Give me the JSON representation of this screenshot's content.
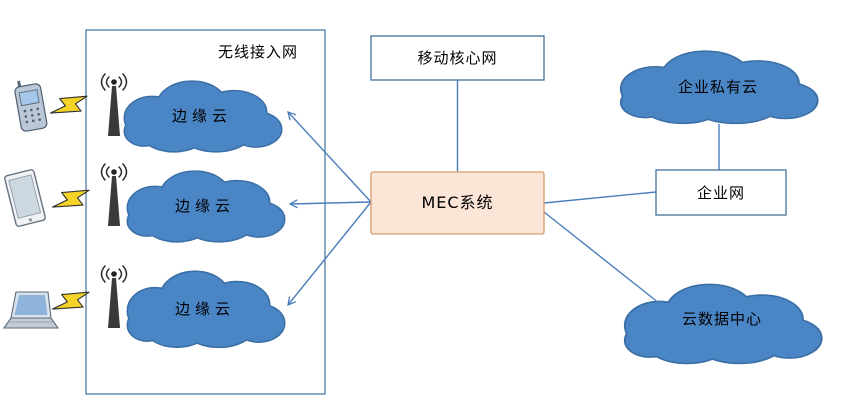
{
  "labels": {
    "wireless_access": "无线接入网",
    "mobile_core": "移动核心网",
    "mec": "MEC系统",
    "enterprise_private_cloud": "企业私有云",
    "enterprise_network": "企业网",
    "cloud_datacenter": "云数据中心"
  },
  "edge_clouds": [
    {
      "label": "边缘云"
    },
    {
      "label": "边缘云"
    },
    {
      "label": "边缘云"
    }
  ],
  "icons": {
    "phone": "phone-icon",
    "tablet": "tablet-icon",
    "laptop": "laptop-icon",
    "antenna": "antenna-icon",
    "lightning": "lightning-icon"
  },
  "colors": {
    "cloud_fill": "#4a86c6",
    "cloud_stroke": "#3a6ea5",
    "line": "#4a7ebb",
    "box_stroke": "#41719c",
    "box_fill": "#ffffff",
    "mec_fill": "#fbe5d6",
    "mec_stroke": "#d99e6b",
    "bolt_fill": "#f5d327",
    "text": "#000000"
  }
}
